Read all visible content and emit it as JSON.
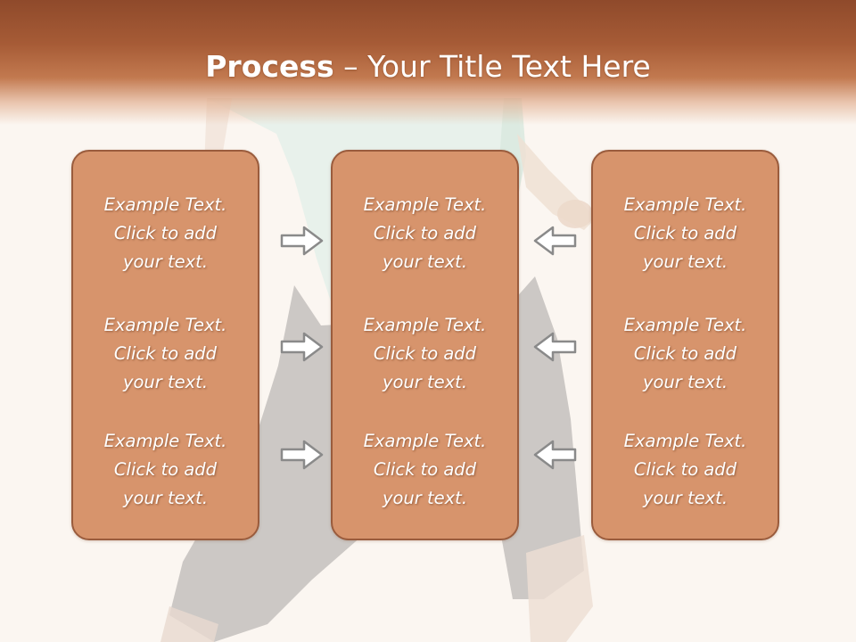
{
  "title": {
    "bold": "Process",
    "rest": " – Your Title Text Here"
  },
  "panels": {
    "left": [
      [
        "Example Text.",
        "Click  to add",
        "your text."
      ],
      [
        "Example Text.",
        "Click  to add",
        "your text."
      ],
      [
        "Example Text.",
        "Click  to add",
        "your text."
      ]
    ],
    "center": [
      [
        "Example Text.",
        "Click  to add",
        "your text."
      ],
      [
        "Example Text.",
        "Click  to add",
        "your text."
      ],
      [
        "Example Text.",
        "Click  to add",
        "your text."
      ]
    ],
    "right": [
      [
        "Example Text.",
        "Click  to add",
        "your text."
      ],
      [
        "Example Text.",
        "Click  to add",
        "your text."
      ],
      [
        "Example Text.",
        "Click  to add",
        "your text."
      ]
    ]
  },
  "colors": {
    "header": "#a65b36",
    "panel_fill": "#d7946c",
    "panel_border": "#9a5c3d",
    "arrow_fill": "#ffffff",
    "arrow_stroke": "#8a8a8a"
  },
  "icons": {
    "left_arrows": "arrow-right-icon",
    "right_arrows": "arrow-left-icon"
  }
}
